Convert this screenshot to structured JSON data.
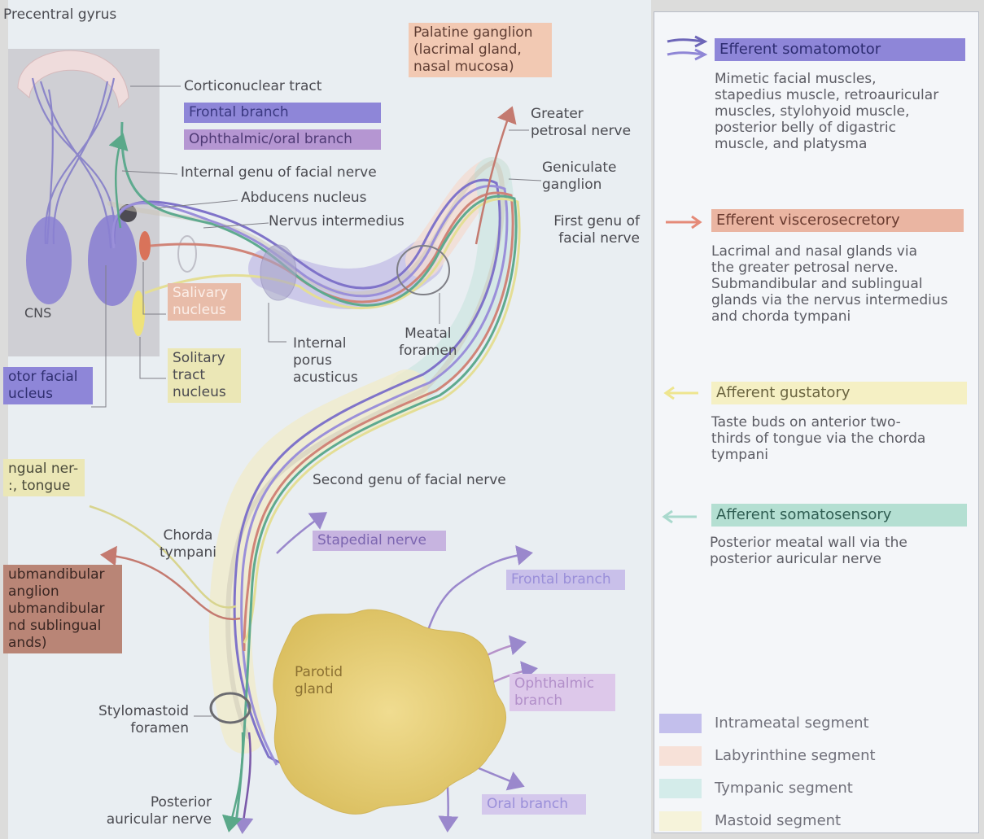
{
  "colors": {
    "somatomotor": "#8e86d8",
    "visceromotor": "#c9695c",
    "gustatory": "#ece9a0",
    "somatosensory": "#4faa90",
    "parotid": "#e3c96a"
  },
  "labels": {
    "precentral_gyrus": "Precentral gyrus",
    "corticonuclear_tract": "Corticonuclear tract",
    "frontal_branch_top": "Frontal branch",
    "ophthalmic_oral_branch": "Ophthalmic/oral branch",
    "internal_genu": "Internal genu of facial nerve",
    "abducens_nucleus": "Abducens nucleus",
    "nervus_intermedius": "Nervus intermedius",
    "cns": "CNS",
    "salivary_nucleus": "Salivary\nnucleus",
    "solitary_tract_nucleus": "Solitary\ntract\nnucleus",
    "motor_facial_nucleus": "otor facial\nucleus",
    "internal_porus": "Internal\nporus\nacusticus",
    "meatal_foramen": "Meatal\nforamen",
    "palatine_ganglion": "Palatine ganglion\n(lacrimal gland,\nnasal mucosa)",
    "greater_petrosal": "Greater\npetrosal nerve",
    "geniculate_ganglion": "Geniculate\nganglion",
    "first_genu": "First genu of\nfacial nerve",
    "second_genu": "Second genu of facial nerve",
    "lingual_nerve": "ngual ner-\n:, tongue",
    "chorda_tympani": "Chorda\ntympani",
    "stapedial_nerve": "Stapedial nerve",
    "submandibular_ganglion": "ubmandibular\nanglion\nubmandibular\nnd sublingual\nands)",
    "frontal_branch_bottom": "Frontal branch",
    "parotid_gland": "Parotid\ngland",
    "ophthalmic_branch": "Ophthalmic\nbranch",
    "stylomastoid_foramen": "Stylomastoid\nforamen",
    "oral_branch": "Oral branch",
    "posterior_auricular": "Posterior\nauricular nerve"
  },
  "legend": {
    "somatomotor_title": "Efferent somatomotor",
    "somatomotor_desc": "Mimetic facial muscles,\nstapedius muscle, retroauricular\nmuscles, stylohyoid muscle,\nposterior belly of digastric\nmuscle, and platysma",
    "viscero_title": "Efferent viscerosecretory",
    "viscero_desc": "Lacrimal and nasal glands via\nthe greater petrosal nerve.\nSubmandibular and sublingual\nglands via the nervus intermedius\nand chorda tympani",
    "gustatory_title": "Afferent gustatory",
    "gustatory_desc": "Taste buds on anterior two-\nthirds of tongue via the chorda\ntympani",
    "somatosensory_title": "Afferent somatosensory",
    "somatosensory_desc": "Posterior meatal wall via the\nposterior auricular nerve",
    "segments": {
      "intrameatal": "Intrameatal segment",
      "labyrinthine": "Labyrinthine segment",
      "tympanic": "Tympanic segment",
      "mastoid": "Mastoid segment"
    }
  }
}
